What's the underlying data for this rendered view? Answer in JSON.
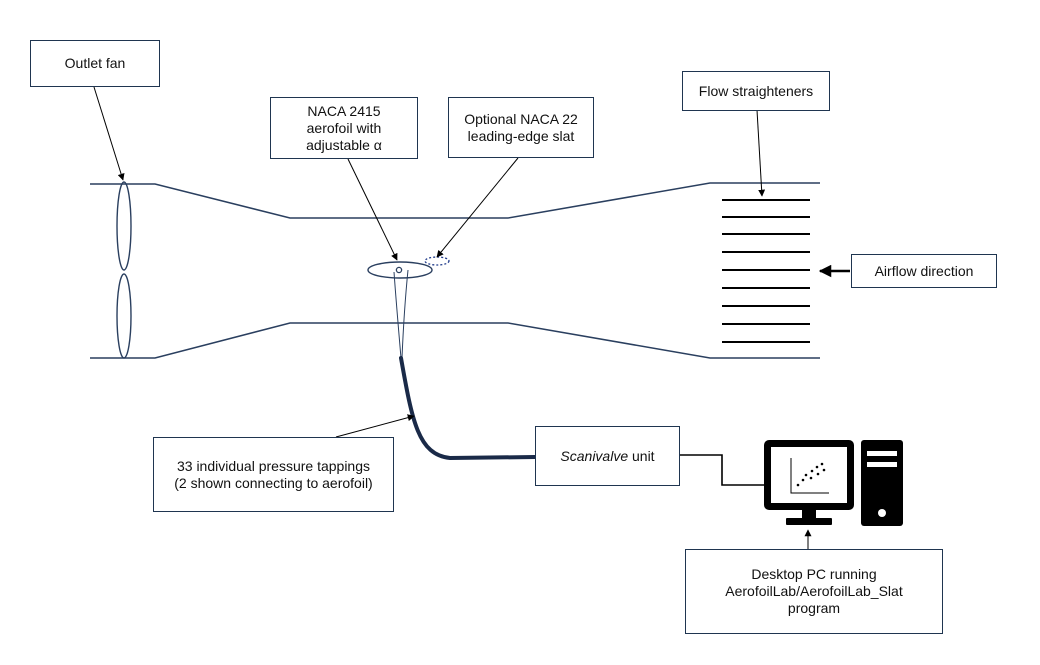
{
  "labels": {
    "outlet_fan": [
      "Outlet fan"
    ],
    "aerofoil": [
      "NACA 2415",
      "aerofoil with",
      "adjustable α"
    ],
    "slat": [
      "Optional NACA 22",
      "leading-edge slat"
    ],
    "flow_straighteners": [
      "Flow straighteners"
    ],
    "airflow_direction": [
      "Airflow direction"
    ],
    "pressure_tappings": [
      "33 individual pressure tappings",
      "(2 shown connecting to aerofoil)"
    ],
    "scanivalve": {
      "name": "Scanivalve",
      "suffix": " unit"
    },
    "desktop_pc": [
      "Desktop PC running",
      "AerofoilLab/AerofoilLab_Slat",
      "program"
    ]
  },
  "colors": {
    "line": "#2a3f5f",
    "box_border": "#1f3550",
    "tube": "#1a2a48",
    "computer": "#000000"
  },
  "icons": {
    "computer": "desktop-computer-icon",
    "chart": "scatter-chart-icon"
  }
}
